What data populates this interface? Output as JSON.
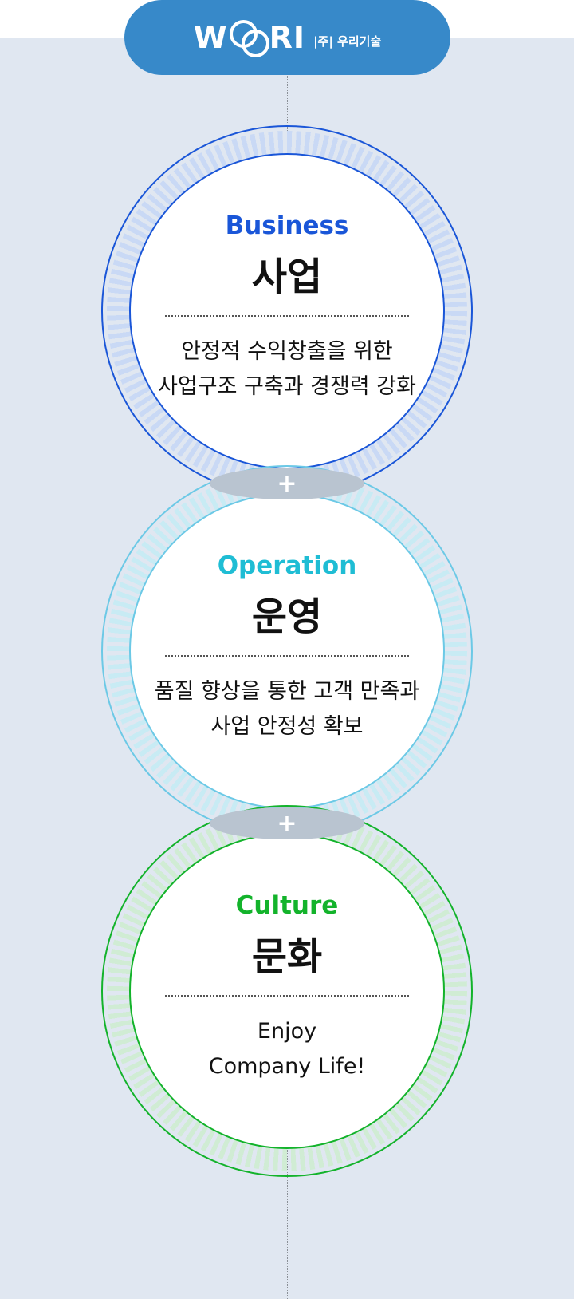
{
  "logo": {
    "word_left": "W",
    "word_right": "RI",
    "subtitle": "|주| 우리기술"
  },
  "circles": [
    {
      "label_en": "Business",
      "label_ko": "사업",
      "desc_line1": "안정적 수익창출을 위한",
      "desc_line2": "사업구조 구축과 경쟁력 강화",
      "color": "#1a56d8",
      "tick_color": "#c9d9f5"
    },
    {
      "label_en": "Operation",
      "label_ko": "운영",
      "desc_line1": "품질 향상을 통한 고객 만족과",
      "desc_line2": "사업 안정성 확보",
      "color": "#1fbdd4",
      "tick_color": "#c8ebf4"
    },
    {
      "label_en": "Culture",
      "label_ko": "문화",
      "desc_line1": "Enjoy",
      "desc_line2": "Company Life!",
      "color": "#13b32b",
      "tick_color": "#d0ecd4"
    }
  ],
  "connectors": [
    {
      "symbol": "+"
    },
    {
      "symbol": "+"
    }
  ]
}
